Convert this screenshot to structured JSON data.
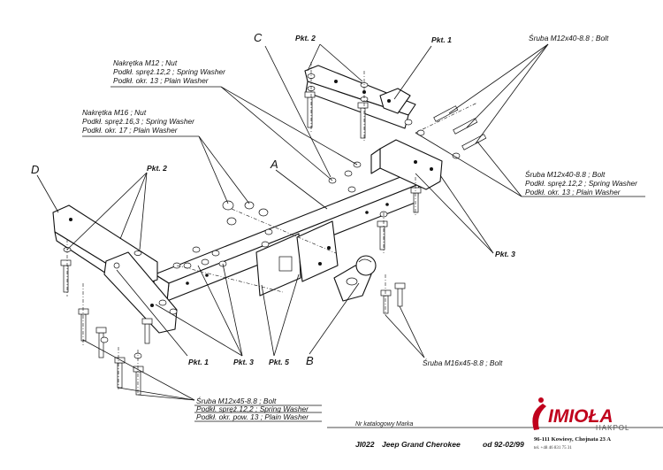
{
  "labels": {
    "pkt2_top": "Pkt. 2",
    "pkt1_top": "Pkt. 1",
    "bolt_tr": "Śruba M12x40-8.8 ;  Bolt",
    "nut12": [
      "Nakrętka  M12 ; Nut",
      "Podkł. spręż.12,2 ; Spring Washer",
      "Podkł. okr. 13 ; Plain Washer"
    ],
    "nut16": [
      "Nakrętka  M16 ; Nut",
      "Podkł. spręż.16,3 ; Spring Washer",
      "Podkł. okr. 17 ; Plain Washer"
    ],
    "bolt_mr": [
      "Śruba M12x40-8.8 ;  Bolt",
      "Podkł. spręż.12,2 ; Spring Washer",
      "Podkł. okr. 13 ; Plain Washer"
    ],
    "pkt2_left": "Pkt. 2",
    "pkt3_right": "Pkt. 3",
    "pkt1_bottom": "Pkt. 1",
    "pkt3_bottom": "Pkt. 3",
    "pkt5_bottom": "Pkt. 5",
    "bolt_m16": "Śruba M16x45-8.8 ;  Bolt",
    "bolt_bl": [
      "Śruba M12x45-8.8 ;  Bolt",
      "Podkł. spręż.12,2 ; Spring Washer",
      "Podkł. okr. pow. 13 ; Plain Washer"
    ],
    "letter_a": "A",
    "letter_b": "B",
    "letter_c": "C",
    "letter_d": "D"
  },
  "footer": {
    "catalog_caption": "Nr katalogowy",
    "brand_caption": "Marka",
    "catalog_number": "JI022",
    "model": "Jeep Grand Cherokee",
    "years": "od 92-02/99"
  },
  "logo": {
    "name": "IMIOŁA",
    "sub": "HAKPOL",
    "address": "96-111 Kowiesy,  Chojnata 23 A",
    "phone": "tel. +48 46 831 75 31"
  },
  "colors": {
    "logo_red": "#c0001c",
    "ink": "#111111"
  }
}
